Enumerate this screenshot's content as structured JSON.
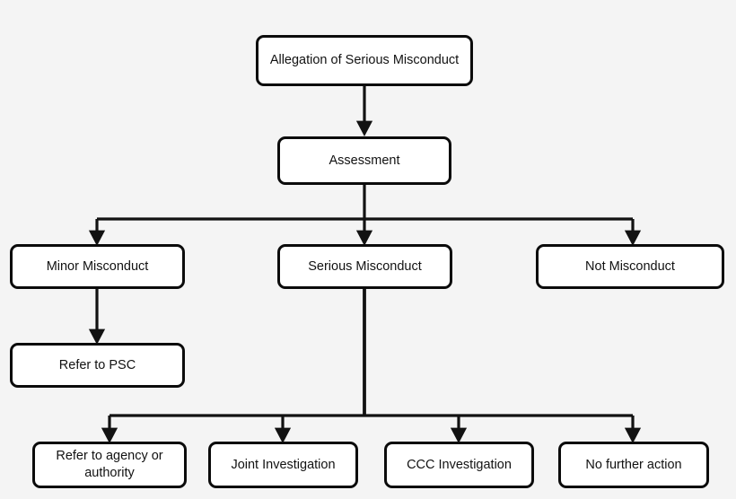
{
  "diagram": {
    "type": "flowchart",
    "title": "Allegation of Serious Misconduct process flow",
    "background_color": "#f4f4f4",
    "node_fill_color": "#ffffff",
    "node_border_color": "#0b0b0b",
    "connector_color": "#121212",
    "nodes": [
      {
        "id": "allegation",
        "label": "Allegation of Serious Misconduct",
        "level": 0
      },
      {
        "id": "assessment",
        "label": "Assessment",
        "level": 1
      },
      {
        "id": "minor",
        "label": "Minor Misconduct",
        "level": 2
      },
      {
        "id": "serious",
        "label": "Serious Misconduct",
        "level": 2
      },
      {
        "id": "not",
        "label": "Not Misconduct",
        "level": 2
      },
      {
        "id": "psc",
        "label": "Refer to PSC",
        "level": 3
      },
      {
        "id": "refer-agency",
        "label": "Refer to agency or authority",
        "level": 4
      },
      {
        "id": "joint",
        "label": "Joint Investigation",
        "level": 4
      },
      {
        "id": "ccc",
        "label": "CCC Investigation",
        "level": 4
      },
      {
        "id": "no-action",
        "label": "No further action",
        "level": 4
      }
    ],
    "edges": [
      {
        "from": "allegation",
        "to": "assessment"
      },
      {
        "from": "assessment",
        "to": "minor"
      },
      {
        "from": "assessment",
        "to": "serious"
      },
      {
        "from": "assessment",
        "to": "not"
      },
      {
        "from": "minor",
        "to": "psc"
      },
      {
        "from": "serious",
        "to": "refer-agency"
      },
      {
        "from": "serious",
        "to": "joint"
      },
      {
        "from": "serious",
        "to": "ccc"
      },
      {
        "from": "serious",
        "to": "no-action"
      }
    ]
  }
}
